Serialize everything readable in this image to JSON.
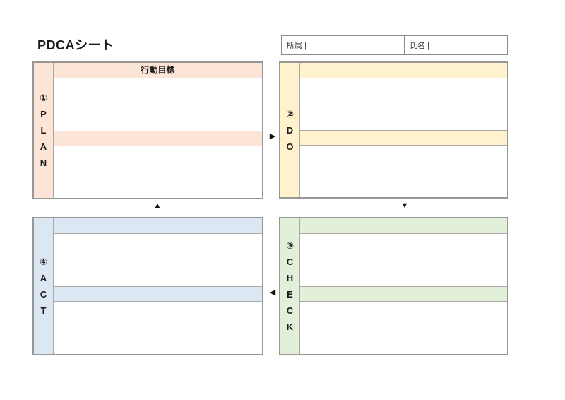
{
  "document": {
    "title": "PDCAシート"
  },
  "header": {
    "fields": [
      {
        "label": "所属 |",
        "value": ""
      },
      {
        "label": "氏名 |",
        "value": ""
      }
    ]
  },
  "quadrants": {
    "plan": {
      "vertical_label": "①\nP\nL\nA\nN",
      "header": "行動目標",
      "color": "#fce4d6"
    },
    "do": {
      "vertical_label": "②\nD\nO",
      "header": "",
      "color": "#fff2cc"
    },
    "check": {
      "vertical_label": "③\nC\nH\nE\nC\nK",
      "header": "",
      "color": "#e2efd9"
    },
    "act": {
      "vertical_label": "④\nA\nC\nT",
      "header": "",
      "color": "#dbe7f3"
    }
  },
  "arrows": {
    "plan_to_do": "▶",
    "do_to_check": "▼",
    "check_to_act": "◀",
    "act_to_plan": "▲"
  },
  "colors": {
    "outer_border": "#979797",
    "inner_line": "#a8a8a8"
  }
}
